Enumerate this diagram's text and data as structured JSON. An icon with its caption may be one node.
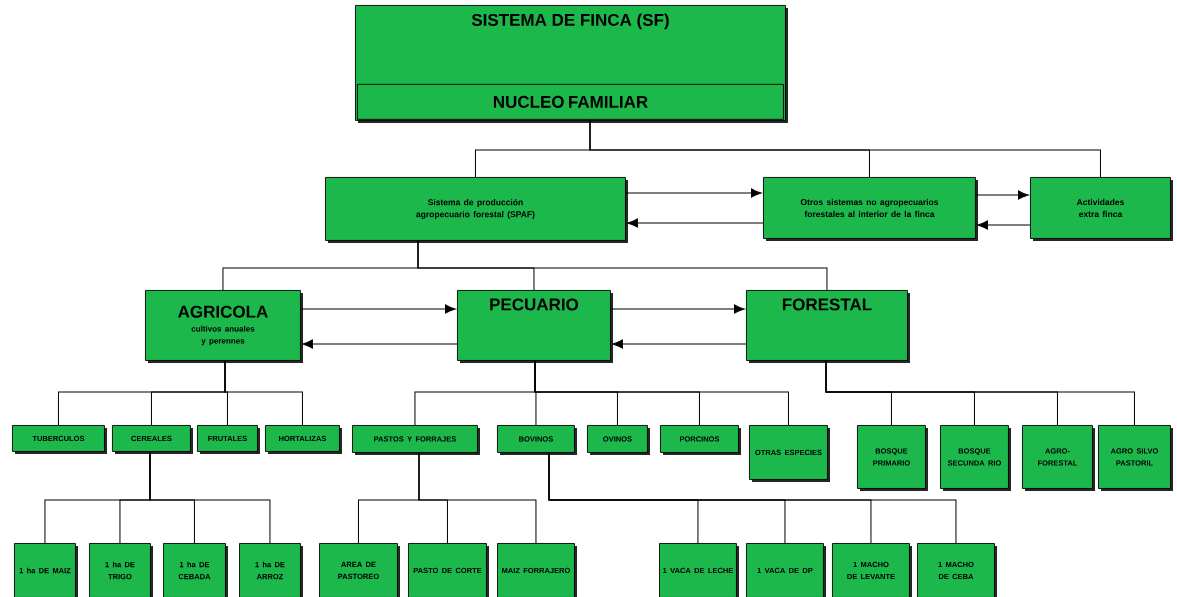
{
  "diagram": {
    "nodes": [
      {
        "text": [
          "SISTEMA DE FINCA (SF)"
        ]
      },
      {
        "text": [
          "NUCLEO FAMILIAR"
        ],
        "in": 0
      },
      {
        "text": [
          "Sistema de producción agropecuario forestal (SPAF)"
        ]
      },
      {
        "text": [
          "Otros sistemas no agropecuarios forestales al interior de la finca"
        ]
      },
      {
        "text": [
          "Actividades extra finca"
        ]
      },
      {
        "text": [
          "AGRICOLA",
          "cultivos anuales y perennes"
        ]
      },
      {
        "text": [
          "PECUARIO"
        ]
      },
      {
        "text": [
          "FORESTAL"
        ]
      },
      {
        "text": [
          "TUBERCULOS"
        ]
      },
      {
        "text": [
          "CEREALES"
        ]
      },
      {
        "text": [
          "FRUTALES"
        ]
      },
      {
        "text": [
          "HORTALIZAS"
        ]
      },
      {
        "text": [
          "PASTOS Y FORRAJES"
        ]
      },
      {
        "text": [
          "BOVINOS"
        ]
      },
      {
        "text": [
          "OVINOS"
        ]
      },
      {
        "text": [
          "PORCINOS"
        ]
      },
      {
        "text": [
          "OTRAS ESPECIES"
        ]
      },
      {
        "text": [
          "BOSQUE PRIMARIO"
        ]
      },
      {
        "text": [
          "BOSQUE SECUNDA RIO"
        ]
      },
      {
        "text": [
          "AGRO- FORESTAL"
        ]
      },
      {
        "text": [
          "AGRO SILVO PASTORIL"
        ]
      },
      {
        "text": [
          "1 ha DE MAIZ"
        ]
      },
      {
        "text": [
          "1 ha DE TRIGO"
        ]
      },
      {
        "text": [
          "1 ha DE CEBADA"
        ]
      },
      {
        "text": [
          "1 ha DE ARROZ"
        ]
      },
      {
        "text": [
          "AREA DE PASTOREO"
        ]
      },
      {
        "text": [
          "PASTO DE CORTE"
        ]
      },
      {
        "text": [
          "MAIZ FORRAJERO"
        ]
      },
      {
        "text": [
          "1 VACA DE LECHE"
        ]
      },
      {
        "text": [
          "1 VACA DE DP"
        ]
      },
      {
        "text": [
          "1 MACHO DE LEVANTE"
        ]
      },
      {
        "text": [
          "1 MACHO DE CEBA"
        ]
      }
    ],
    "edges": [
      {
        "from": 1,
        "to": 2,
        "arrow": "none"
      },
      {
        "from": 1,
        "to": 3,
        "arrow": "none"
      },
      {
        "from": 1,
        "to": 4,
        "arrow": "none"
      },
      {
        "from": 2,
        "to": 3,
        "arrow": "to"
      },
      {
        "from": 3,
        "to": 2,
        "arrow": "to"
      },
      {
        "from": 3,
        "to": 4,
        "arrow": "to"
      },
      {
        "from": 4,
        "to": 3,
        "arrow": "to"
      },
      {
        "from": 2,
        "to": 5,
        "arrow": "none"
      },
      {
        "from": 2,
        "to": 6,
        "arrow": "none"
      },
      {
        "from": 2,
        "to": 7,
        "arrow": "none"
      },
      {
        "from": 5,
        "to": 6,
        "arrow": "to"
      },
      {
        "from": 6,
        "to": 5,
        "arrow": "to"
      },
      {
        "from": 6,
        "to": 7,
        "arrow": "to"
      },
      {
        "from": 7,
        "to": 6,
        "arrow": "to"
      },
      {
        "from": 5,
        "to": 8,
        "arrow": "none"
      },
      {
        "from": 5,
        "to": 9,
        "arrow": "none"
      },
      {
        "from": 5,
        "to": 10,
        "arrow": "none"
      },
      {
        "from": 5,
        "to": 11,
        "arrow": "none"
      },
      {
        "from": 6,
        "to": 12,
        "arrow": "none"
      },
      {
        "from": 6,
        "to": 13,
        "arrow": "none"
      },
      {
        "from": 6,
        "to": 14,
        "arrow": "none"
      },
      {
        "from": 6,
        "to": 15,
        "arrow": "none"
      },
      {
        "from": 6,
        "to": 16,
        "arrow": "none"
      },
      {
        "from": 7,
        "to": 17,
        "arrow": "none"
      },
      {
        "from": 7,
        "to": 18,
        "arrow": "none"
      },
      {
        "from": 7,
        "to": 19,
        "arrow": "none"
      },
      {
        "from": 7,
        "to": 20,
        "arrow": "none"
      },
      {
        "from": 9,
        "to": 21,
        "arrow": "none"
      },
      {
        "from": 9,
        "to": 22,
        "arrow": "none"
      },
      {
        "from": 9,
        "to": 23,
        "arrow": "none"
      },
      {
        "from": 9,
        "to": 24,
        "arrow": "none"
      },
      {
        "from": 12,
        "to": 25,
        "arrow": "none"
      },
      {
        "from": 12,
        "to": 26,
        "arrow": "none"
      },
      {
        "from": 12,
        "to": 27,
        "arrow": "none"
      },
      {
        "from": 13,
        "to": 28,
        "arrow": "none"
      },
      {
        "from": 13,
        "to": 29,
        "arrow": "none"
      },
      {
        "from": 13,
        "to": 30,
        "arrow": "none"
      },
      {
        "from": 13,
        "to": 31,
        "arrow": "none"
      }
    ]
  }
}
